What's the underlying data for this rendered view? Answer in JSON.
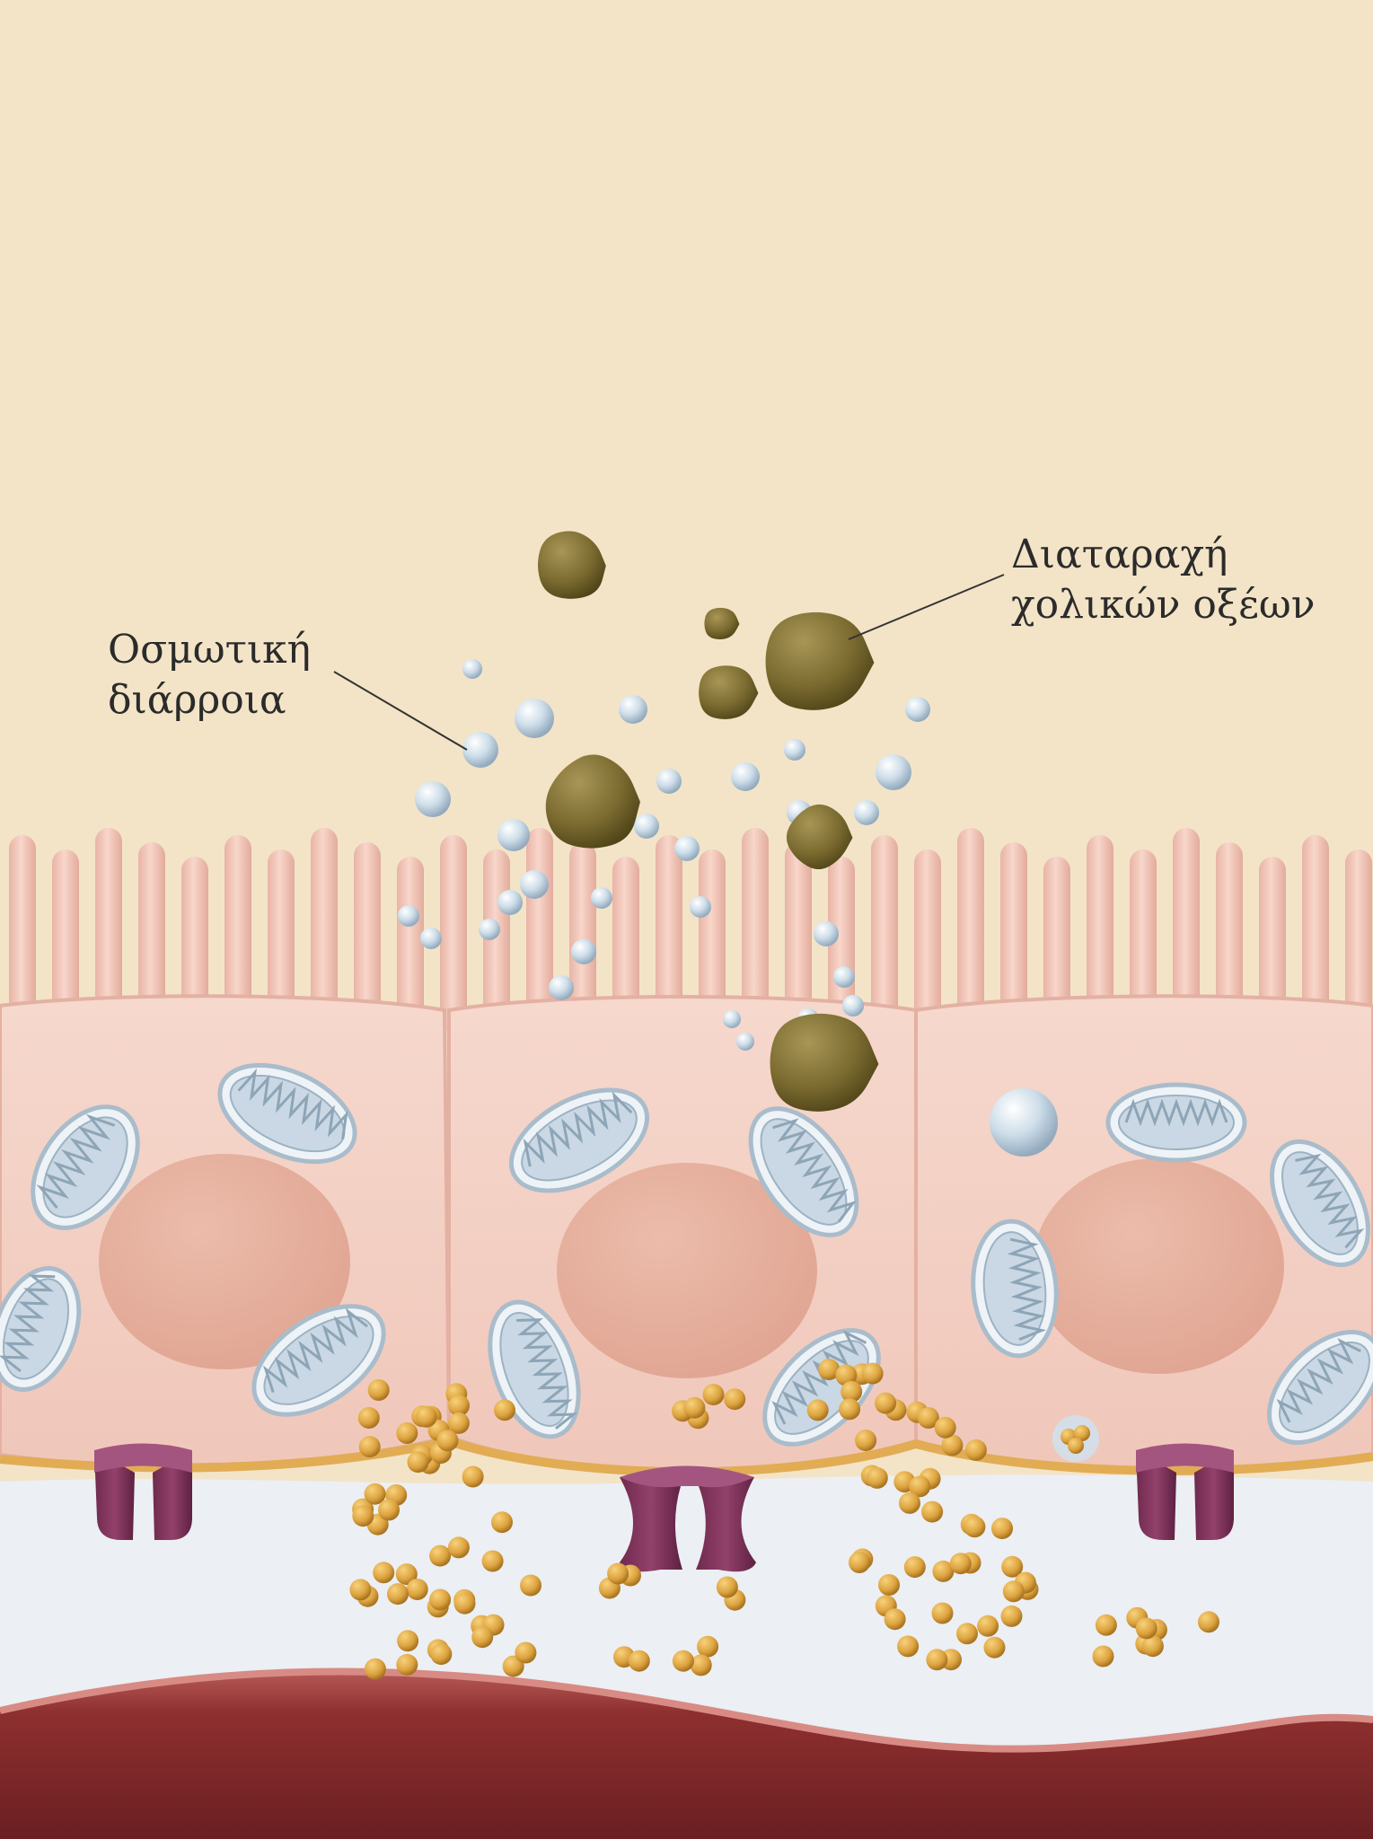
{
  "labels": {
    "osmotic": [
      "Οσμωτική",
      "διάρροια"
    ],
    "bile": [
      "Διαταραχή",
      "χολικών οξέων"
    ]
  },
  "colors": {
    "lumen": "#f3e4c7",
    "cell": "#f3cfc4",
    "microvilli": "#f4c9bb",
    "nucleus": "#e8b3a4",
    "mitochondria": "#c9d8e4",
    "water": "#d4e2ec",
    "bile_acid": "#7a6a2e",
    "transporter": "#8b3a63",
    "ion": "#e0a640",
    "membrane": "#e0b060",
    "vessel": "#8e2f2f"
  }
}
